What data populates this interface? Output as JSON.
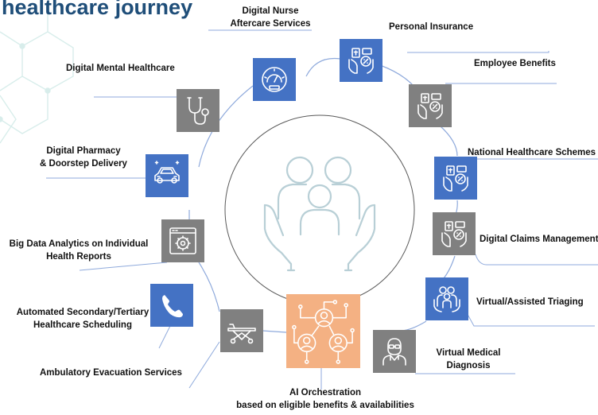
{
  "title": "healthcare journey",
  "nodes": {
    "digital_nurse": {
      "lines": [
        "Digital Nurse",
        "Aftercare Services"
      ],
      "icon": "speedometer-icon",
      "color": "#4472c4"
    },
    "personal_insurance": {
      "lines": [
        "Personal Insurance"
      ],
      "icon": "insurance-hands-icon",
      "color": "#4472c4"
    },
    "employee_benefits": {
      "lines": [
        "Employee Benefits"
      ],
      "icon": "insurance-hands-icon",
      "color": "#808080"
    },
    "national_schemes": {
      "lines": [
        "National Healthcare Schemes"
      ],
      "icon": "insurance-hands-icon",
      "color": "#4472c4"
    },
    "digital_claims": {
      "lines": [
        "Digital Claims Management"
      ],
      "icon": "insurance-hands-icon",
      "color": "#808080"
    },
    "virtual_triaging": {
      "lines": [
        "Virtual/Assisted Triaging"
      ],
      "icon": "family-care-icon",
      "color": "#4472c4"
    },
    "virtual_diagnosis": {
      "lines": [
        "Virtual Medical",
        "Diagnosis"
      ],
      "icon": "doctor-icon",
      "color": "#808080"
    },
    "ai_orchestration": {
      "lines": [
        "AI Orchestration",
        "based on eligible benefits & availabilities"
      ],
      "icon": "network-people-icon",
      "color": "#f4b183"
    },
    "ambulatory": {
      "lines": [
        "Ambulatory Evacuation Services"
      ],
      "icon": "stretcher-icon",
      "color": "#808080"
    },
    "scheduling": {
      "lines": [
        "Automated Secondary/Tertiary",
        "Healthcare Scheduling"
      ],
      "icon": "phone-icon",
      "color": "#4472c4"
    },
    "big_data": {
      "lines": [
        "Big Data Analytics on Individual",
        "Health Reports"
      ],
      "icon": "analytics-gear-icon",
      "color": "#808080"
    },
    "pharmacy": {
      "lines": [
        "Digital Pharmacy",
        "& Doorstep Delivery"
      ],
      "icon": "car-icon",
      "color": "#4472c4"
    },
    "mental_health": {
      "lines": [
        "Digital Mental Healthcare"
      ],
      "icon": "stethoscope-icon",
      "color": "#808080"
    }
  },
  "center_icon": "family-protect-icon",
  "colors": {
    "title": "#1f4e79",
    "blue": "#4472c4",
    "gray": "#808080",
    "orange": "#f4b183",
    "line": "#8faadc"
  }
}
